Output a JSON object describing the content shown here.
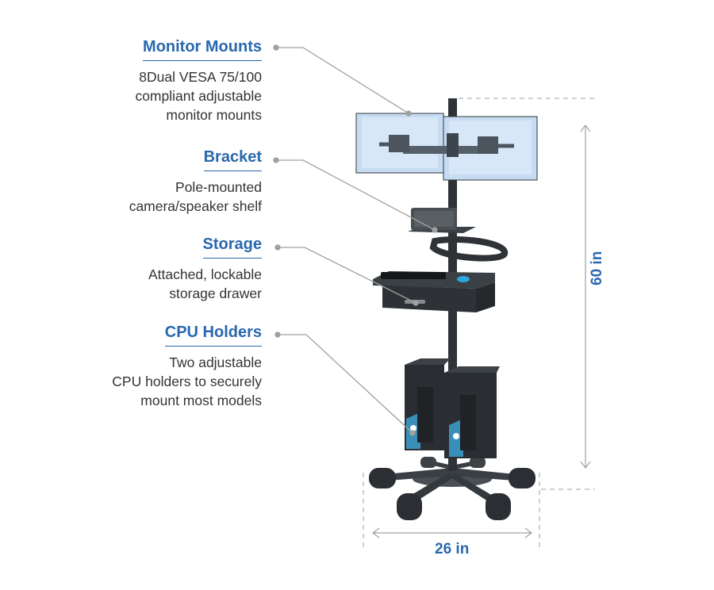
{
  "colors": {
    "accent": "#2868ae",
    "text": "#333333",
    "leader": "#a0a0a0",
    "cart_dark": "#3a3f44",
    "screen": "#c7dcf3"
  },
  "callouts": [
    {
      "title": "Monitor Mounts",
      "lines": [
        "8Dual VESA 75/100",
        "compliant adjustable",
        "monitor mounts"
      ]
    },
    {
      "title": "Bracket",
      "lines": [
        "Pole-mounted",
        "camera/speaker shelf"
      ]
    },
    {
      "title": "Storage",
      "lines": [
        "Attached, lockable",
        "storage drawer"
      ]
    },
    {
      "title": "CPU Holders",
      "lines": [
        "Two adjustable",
        "CPU holders to securely",
        "mount most models"
      ]
    }
  ],
  "dimensions": {
    "height": "60 in",
    "width": "26 in"
  }
}
